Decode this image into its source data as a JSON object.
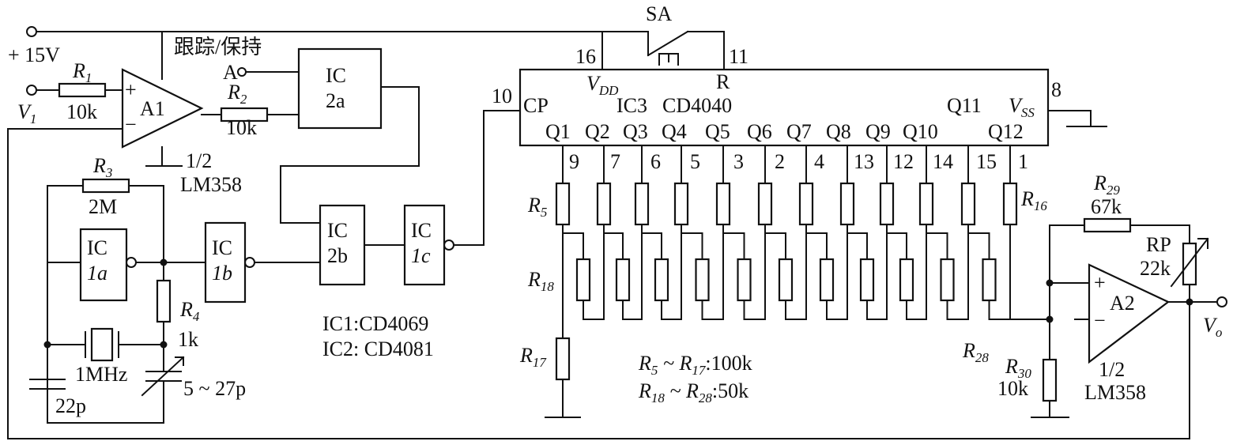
{
  "labels": {
    "supply": "+ 15V",
    "mode": "跟踪/保持",
    "node_a": "A",
    "v1": "V",
    "v1_sub": "1",
    "r1": "R",
    "r1_sub": "1",
    "r1_val": "10k",
    "a1": "A1",
    "r2": "R",
    "r2_sub": "2",
    "r2_val": "10k",
    "lm358_a": "1/2",
    "lm358_b": "LM358",
    "ic2a_1": "IC",
    "ic2a_2": "2a",
    "r3": "R",
    "r3_sub": "3",
    "r3_val": "2M",
    "ic1a_1": "IC",
    "ic1a_2": "1a",
    "ic1b_1": "IC",
    "ic1b_2": "1b",
    "ic2b_1": "IC",
    "ic2b_2": "2b",
    "ic1c_1": "IC",
    "ic1c_2": "1c",
    "r4": "R",
    "r4_sub": "4",
    "r4_val": "1k",
    "xtal": "1MHz",
    "c22": "22p",
    "ctrim": "5 ~ 27p",
    "ic_legend1": "IC1:CD4069",
    "ic_legend2": "IC2: CD4081",
    "sa": "SA",
    "pin16": "16",
    "pin11": "11",
    "pin10": "10",
    "pin8": "8",
    "vdd": "V",
    "vdd_sub": "DD",
    "r_pin": "R",
    "cp": "CP",
    "ic3": "IC3",
    "cd4040": "CD4040",
    "q11_top": "Q11",
    "vss": "V",
    "vss_sub": "SS",
    "outputs": [
      "Q1",
      "Q2",
      "Q3",
      "Q4",
      "Q5",
      "Q6",
      "Q7",
      "Q8",
      "Q9",
      "Q10",
      "Q12"
    ],
    "pins": [
      "9",
      "7",
      "6",
      "5",
      "3",
      "2",
      "4",
      "13",
      "12",
      "14",
      "15",
      "1"
    ],
    "r5": "R",
    "r5_sub": "5",
    "r16": "R",
    "r16_sub": "16",
    "r17": "R",
    "r17_sub": "17",
    "r18": "R",
    "r18_sub": "18",
    "r28": "R",
    "r28_sub": "28",
    "range1_a": "R",
    "range1_a_sub": "5",
    "range1_mid": " ~ ",
    "range1_b": "R",
    "range1_b_sub": "17",
    "range1_val": ":100k",
    "range2_a": "R",
    "range2_a_sub": "18",
    "range2_mid": " ~ ",
    "range2_b": "R",
    "range2_b_sub": "28",
    "range2_val": ":50k",
    "r29": "R",
    "r29_sub": "29",
    "r29_val": "67k",
    "rp": "RP",
    "rp_val": "22k",
    "a2": "A2",
    "r30": "R",
    "r30_sub": "30",
    "r30_val": "10k",
    "lm358_c": "1/2",
    "lm358_d": "LM358",
    "vo": "V",
    "vo_sub": "o",
    "plus": "+",
    "minus": "−"
  }
}
